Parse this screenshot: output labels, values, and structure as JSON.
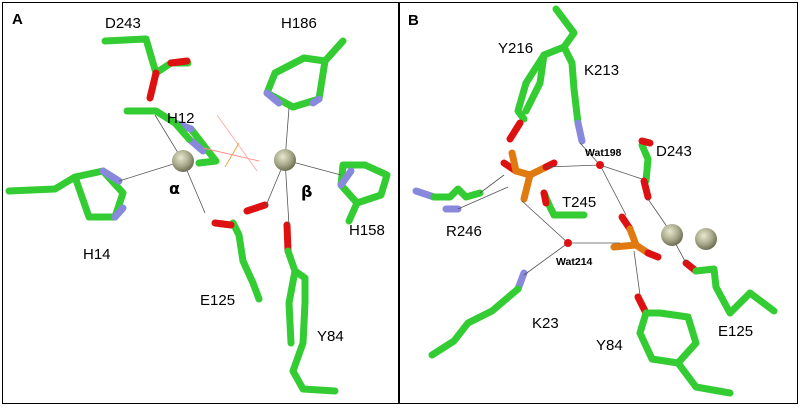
{
  "panels": [
    {
      "letter": "A",
      "residues": [
        "D243",
        "H186",
        "H12",
        "H14",
        "H158",
        "E125",
        "Y84"
      ],
      "ions": [
        "α",
        "β"
      ],
      "colors": {
        "carbon": "#33cc33",
        "nitrogen": "#8888dd",
        "oxygen": "#dd1111",
        "metal": "#a8a88a"
      }
    },
    {
      "letter": "B",
      "residues": [
        "Y216",
        "K213",
        "D243",
        "R246",
        "T245",
        "K23",
        "Y84",
        "E125"
      ],
      "waters": [
        "Wat198",
        "Wat214"
      ],
      "colors": {
        "carbon": "#33cc33",
        "nitrogen": "#8888dd",
        "oxygen": "#dd1111",
        "phosphorus": "#e07a10",
        "metal": "#a8a88a"
      }
    }
  ]
}
